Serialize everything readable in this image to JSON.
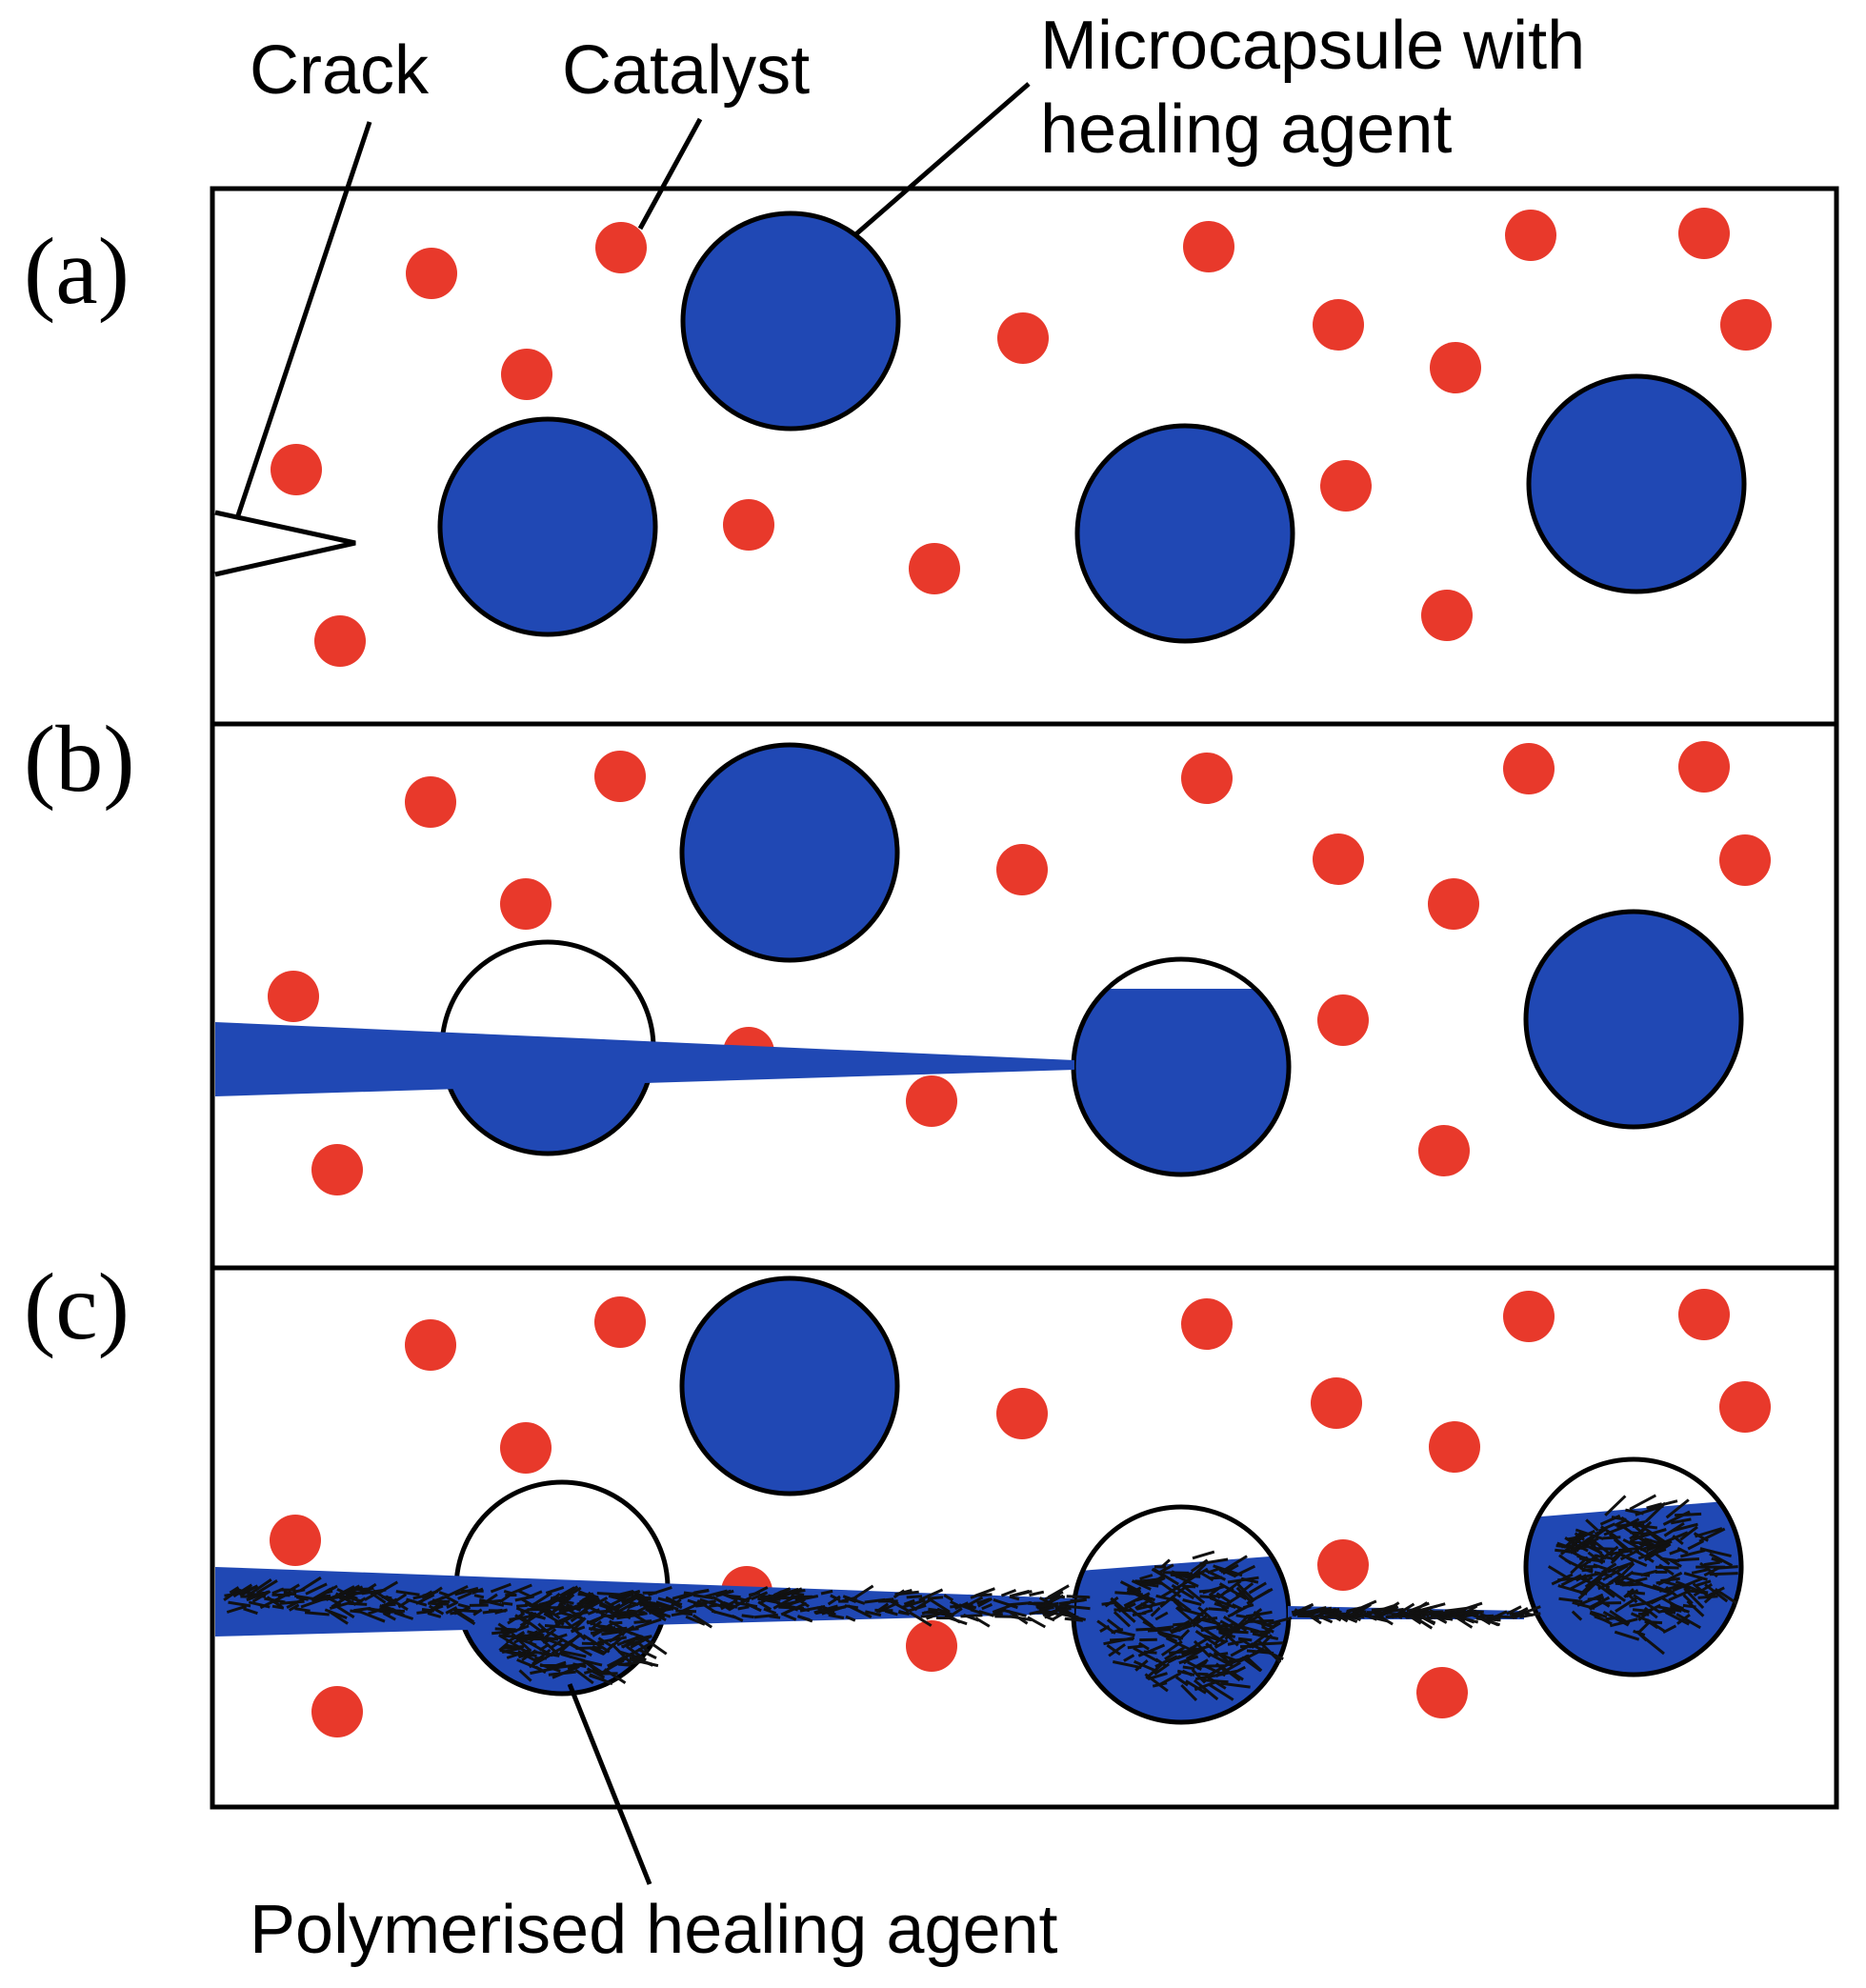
{
  "annotations": {
    "crack": "Crack",
    "catalyst": "Catalyst",
    "microcapsule_line1": "Microcapsule with",
    "microcapsule_line2": "healing agent",
    "polymerised": "Polymerised healing agent"
  },
  "panels": [
    {
      "label": "(a)"
    },
    {
      "label": "(b)"
    },
    {
      "label": "(c)"
    }
  ],
  "colors": {
    "catalyst": "#e8392b",
    "healing_agent": "#2048b4",
    "polymer": "#111111",
    "outline": "#000000"
  }
}
